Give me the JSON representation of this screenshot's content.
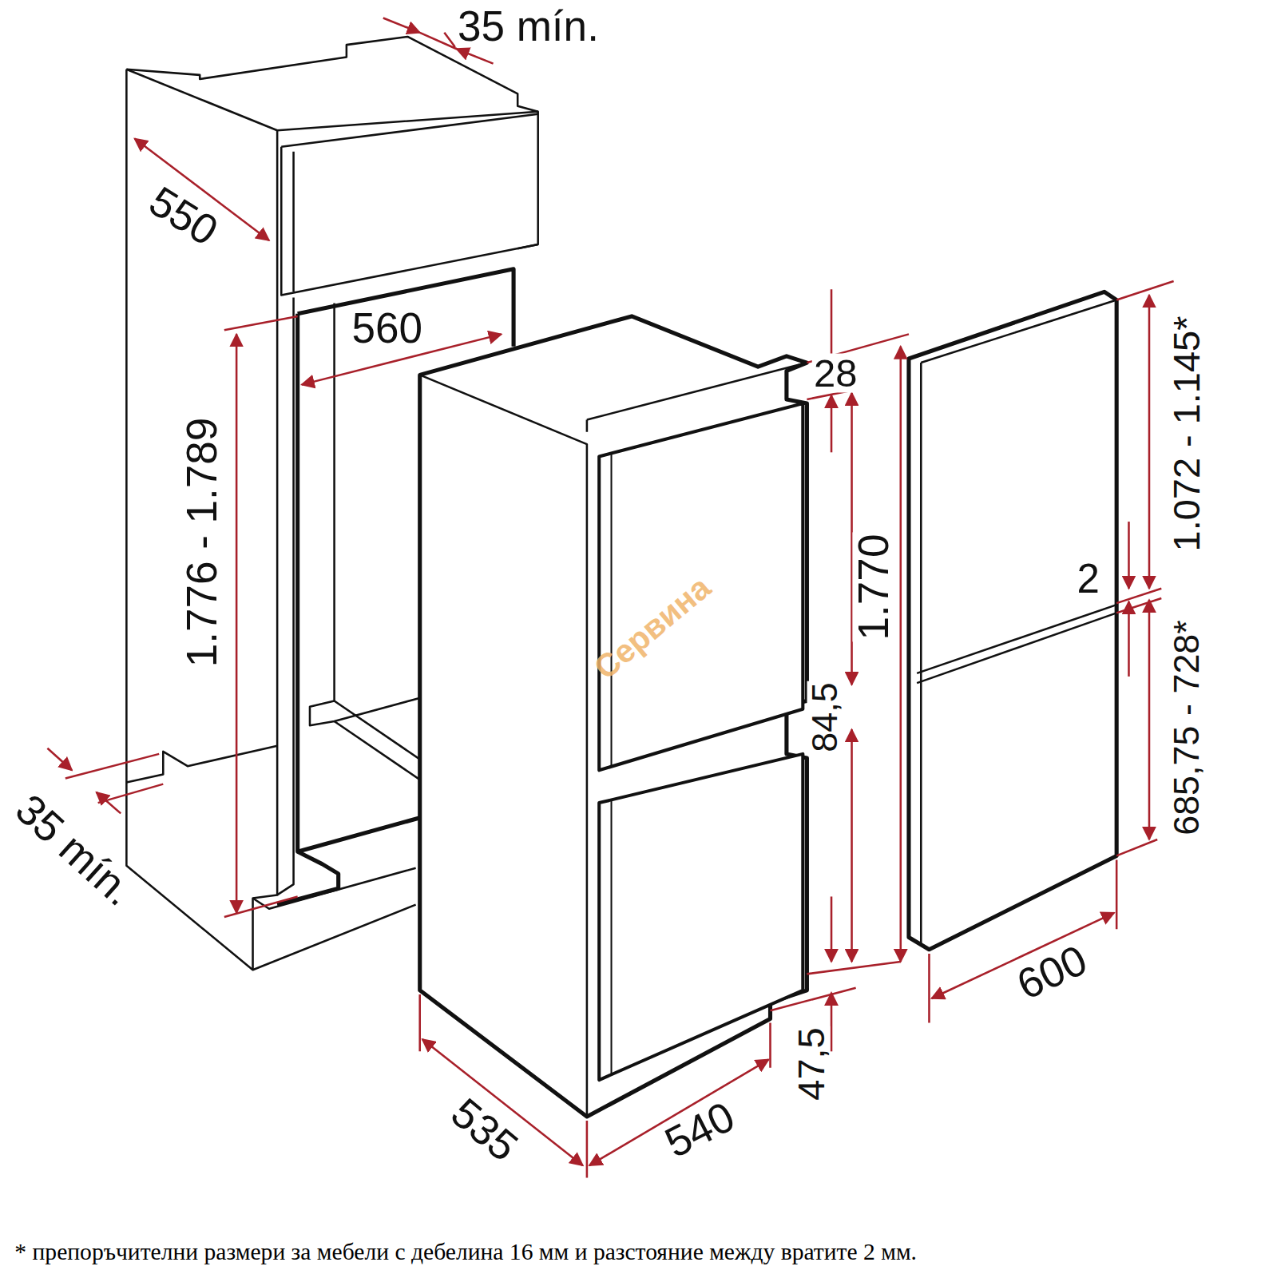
{
  "diagram": {
    "caption": "* препоръчителни размери за мебели с дебелина 16 мм и разстояние между вратите 2 мм.",
    "labels": [
      "35 mín.",
      "550",
      "560",
      "1.776 - 1.789",
      "35 mín.",
      "28",
      "84,5",
      "1.770",
      "47,5",
      "535",
      "540",
      "600",
      "1.072 - 1.145*",
      "2",
      "685,75 - 728*",
      "Сервина"
    ]
  }
}
